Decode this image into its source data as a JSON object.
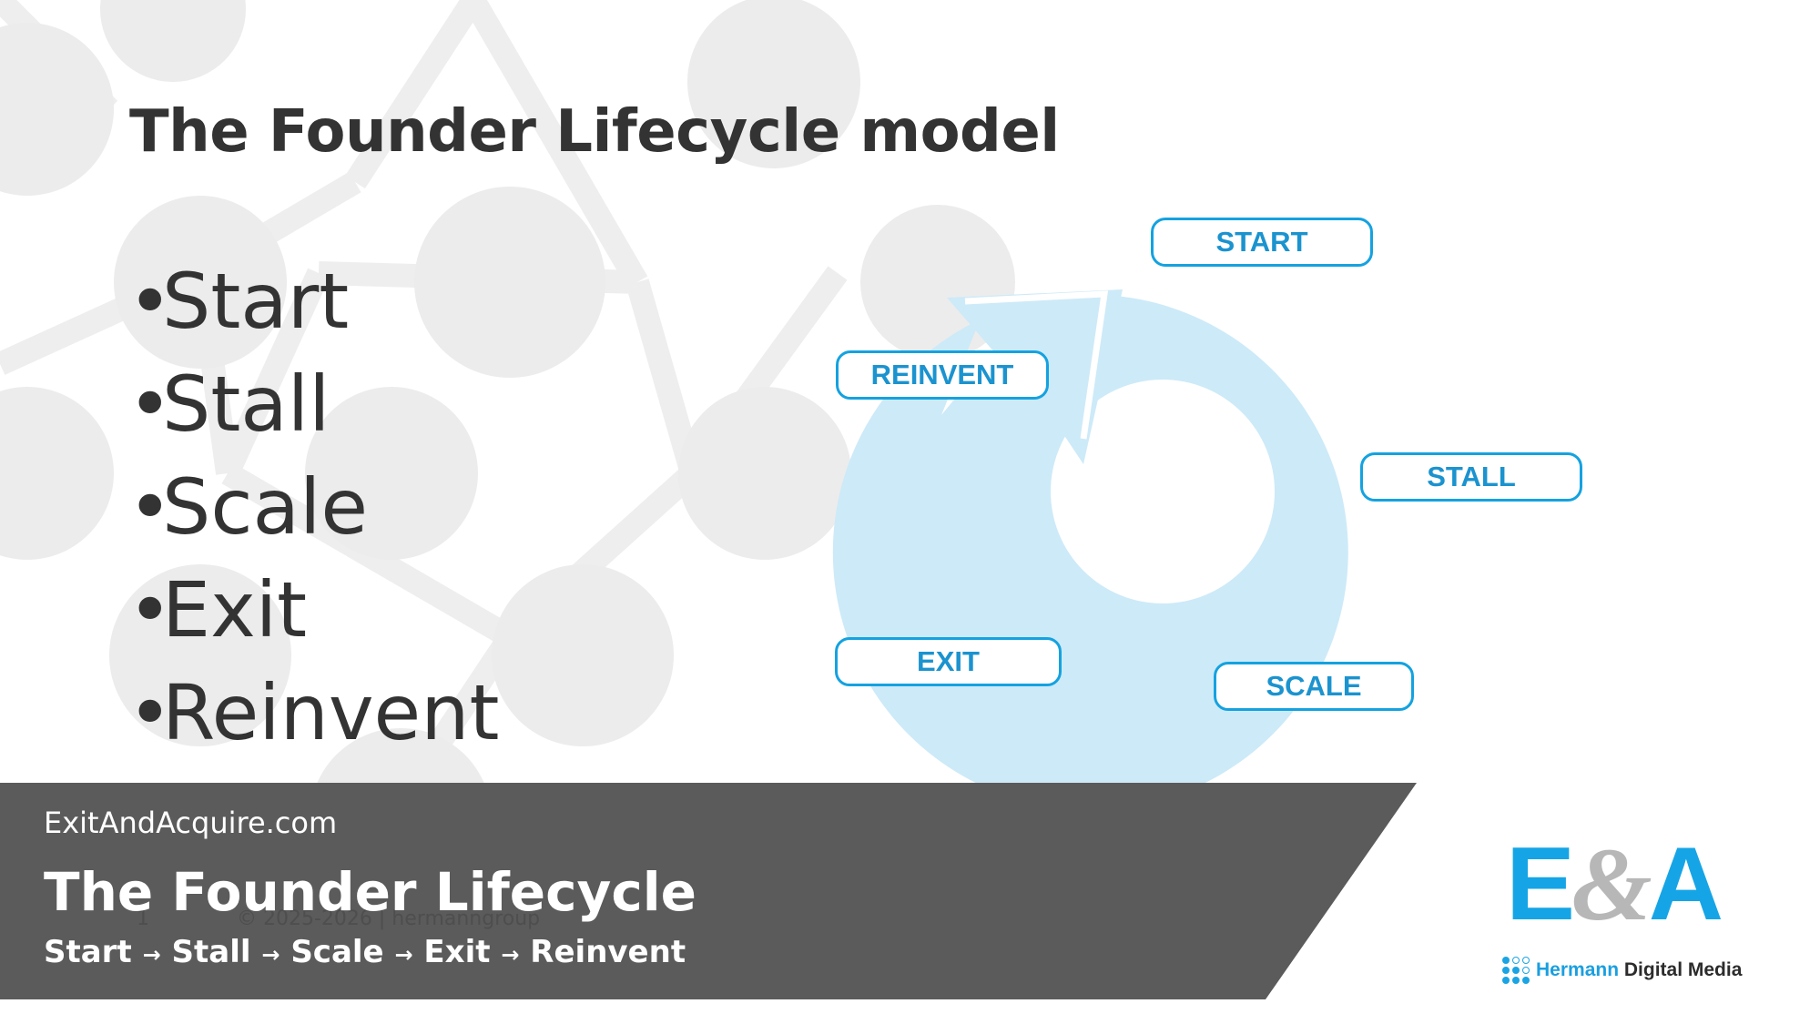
{
  "slide": {
    "title": "The Founder Lifecycle model",
    "bullet_char": "•",
    "bullets": [
      "Start",
      "Stall",
      "Scale",
      "Exit",
      "Reinvent"
    ]
  },
  "diagram": {
    "stages": [
      "START",
      "STALL",
      "SCALE",
      "EXIT",
      "REINVENT"
    ],
    "colors": {
      "ring": "#cdeaf8",
      "box_border": "#14a2e0",
      "box_text": "#1b93cf"
    }
  },
  "banner": {
    "site": "ExitAndAcquire.com",
    "title": "The Founder Lifecycle",
    "flow": [
      "Start",
      "Stall",
      "Scale",
      "Exit",
      "Reinvent"
    ],
    "arrow": "→",
    "faint_page": "1",
    "faint_copyright": "© 2025-2026 | hermanngroup",
    "color": "#5b5b5b"
  },
  "logo": {
    "mark_left": "E",
    "mark_amp": "&",
    "mark_right": "A",
    "brand_first": "Hermann",
    "brand_rest": "Digital Media",
    "color": "#15a5e6"
  }
}
